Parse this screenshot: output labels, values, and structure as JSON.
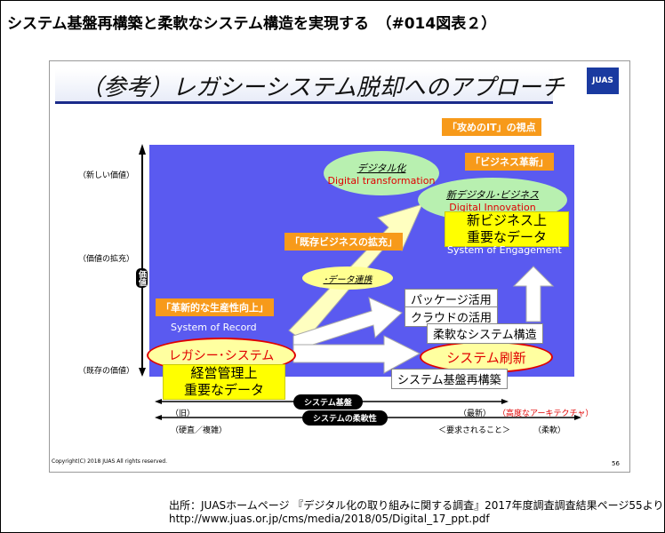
{
  "header": {
    "title": "システム基盤再構築と柔軟なシステム構造を実現する　（#014図表２）"
  },
  "slide": {
    "title": "（参考）レガシーシステム脱却へのアプローチ",
    "logo": "JUAS",
    "attack_it": "「攻めのIT」の視点",
    "business_innovation": "「ビジネス革新」",
    "expand_existing": "「既存ビジネスの拡充」",
    "productivity": "「革新的な生産性向上」",
    "dx_title": "デジタル化",
    "dx_en": "Digital transformation",
    "di_title": "新デジタル･ビジネス",
    "di_en": "Digital Innovation",
    "new_data": [
      "新ビジネス上",
      "重要なデータ"
    ],
    "soe": "System of Engagement",
    "data_link": "･データ連携",
    "package": "パッケージ活用",
    "cloud": "クラウドの活用",
    "flexible": "柔軟なシステム構造",
    "sor": "System of Record",
    "legacy": "レガシー･システム",
    "mgmt_data": [
      "経営管理上",
      "重要なデータ"
    ],
    "renewal": "システム刷新",
    "rebuild": "システム基盤再構築",
    "y_axis": {
      "label": "価値",
      "new": "（新しい価値）",
      "expand": "（価値の拡充）",
      "existing": "（既存の価値）"
    },
    "axis1": {
      "label": "システム基盤",
      "left": "（旧）",
      "right": "（最新）",
      "note": "（高度なアーキテクチャ）"
    },
    "axis2": {
      "label": "システムの柔軟性",
      "left": "（硬直／複雑）",
      "right": "（柔軟）",
      "mid": "＜要求されること＞"
    },
    "copyright": "Copyright(C) 2018  JUAS All rights reserved.",
    "page": "56"
  },
  "caption": {
    "line1": "出所：JUASホームページ 『デジタル化の取り組みに関する調査』2017年度調査調査結果ページ55より",
    "line2": "http://www.juas.or.jp/cms/media/2018/05/Digital_17_ppt.pdf"
  },
  "colors": {
    "panel": "#5a5af0",
    "orange": "#f79a1a",
    "yellow": "#ffff00",
    "red": "#e00000"
  }
}
